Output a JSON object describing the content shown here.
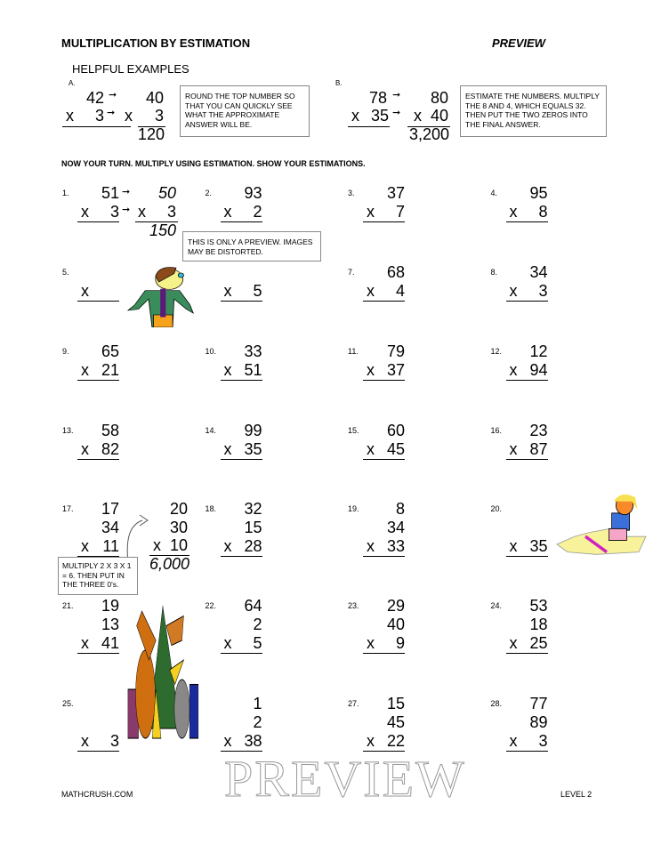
{
  "header": {
    "title": "MULTIPLICATION BY ESTIMATION",
    "preview": "PREVIEW"
  },
  "examples": {
    "heading": "HELPFUL EXAMPLES",
    "a": {
      "label": "A.",
      "top": "42",
      "bottom": "3",
      "est_top": "40",
      "est_bottom": "3",
      "answer": "120",
      "note": "ROUND THE TOP NUMBER SO THAT YOU CAN QUICKLY SEE WHAT THE APPROXIMATE ANSWER WILL BE."
    },
    "b": {
      "label": "B.",
      "top": "78",
      "bottom": "35",
      "est_top": "80",
      "est_bottom": "40",
      "answer": "3,200",
      "note": "ESTIMATE THE NUMBERS. MULTIPLY THE 8 AND 4, WHICH EQUALS 32. THEN PUT THE TWO ZEROS INTO THE FINAL ANSWER."
    },
    "x": "x"
  },
  "instructions": "NOW YOUR TURN. MULTIPLY USING ESTIMATION. SHOW YOUR ESTIMATIONS.",
  "problems": [
    {
      "n": "1.",
      "lines": [
        "51"
      ],
      "mult": "3"
    },
    {
      "n": "2.",
      "lines": [
        "93"
      ],
      "mult": "2"
    },
    {
      "n": "3.",
      "lines": [
        "37"
      ],
      "mult": "7"
    },
    {
      "n": "4.",
      "lines": [
        "95"
      ],
      "mult": "8"
    },
    {
      "n": "5.",
      "lines": [
        ""
      ],
      "mult": ""
    },
    {
      "n": "",
      "lines": [
        ""
      ],
      "mult": "5"
    },
    {
      "n": "7.",
      "lines": [
        "68"
      ],
      "mult": "4"
    },
    {
      "n": "8.",
      "lines": [
        "34"
      ],
      "mult": "3"
    },
    {
      "n": "9.",
      "lines": [
        "65"
      ],
      "mult": "21"
    },
    {
      "n": "10.",
      "lines": [
        "33"
      ],
      "mult": "51"
    },
    {
      "n": "11.",
      "lines": [
        "79"
      ],
      "mult": "37"
    },
    {
      "n": "12.",
      "lines": [
        "12"
      ],
      "mult": "94"
    },
    {
      "n": "13.",
      "lines": [
        "58"
      ],
      "mult": "82"
    },
    {
      "n": "14.",
      "lines": [
        "99"
      ],
      "mult": "35"
    },
    {
      "n": "15.",
      "lines": [
        "60"
      ],
      "mult": "45"
    },
    {
      "n": "16.",
      "lines": [
        "23"
      ],
      "mult": "87"
    },
    {
      "n": "17.",
      "lines": [
        "17",
        "34"
      ],
      "mult": "11"
    },
    {
      "n": "18.",
      "lines": [
        "32",
        "15"
      ],
      "mult": "28"
    },
    {
      "n": "19.",
      "lines": [
        "8",
        "34"
      ],
      "mult": "33"
    },
    {
      "n": "20.",
      "lines": [
        "",
        ""
      ],
      "mult": "35"
    },
    {
      "n": "21.",
      "lines": [
        "19",
        "13"
      ],
      "mult": "41"
    },
    {
      "n": "22.",
      "lines": [
        "64",
        "2"
      ],
      "mult": "5"
    },
    {
      "n": "23.",
      "lines": [
        "29",
        "40"
      ],
      "mult": "9"
    },
    {
      "n": "24.",
      "lines": [
        "53",
        "18"
      ],
      "mult": "25"
    },
    {
      "n": "25.",
      "lines": [
        "",
        ""
      ],
      "mult": "3"
    },
    {
      "n": "",
      "lines": [
        "1",
        "2"
      ],
      "mult": "38"
    },
    {
      "n": "27.",
      "lines": [
        "15",
        "45"
      ],
      "mult": "22"
    },
    {
      "n": "28.",
      "lines": [
        "77",
        "89"
      ],
      "mult": "3"
    }
  ],
  "worked": {
    "p1": {
      "est_top": "50",
      "est_bottom": "3",
      "answer": "150"
    },
    "p17": {
      "est": [
        "20",
        "30"
      ],
      "est_mult": "10",
      "answer": "6,000",
      "note": "MULTIPLY 2 X 3 X 1 = 6. THEN PUT IN THE THREE 0's."
    }
  },
  "bubble": "THIS IS ONLY A PREVIEW. IMAGES MAY BE DISTORTED.",
  "watermark": "PREVIEW",
  "footer": {
    "site": "MATHCRUSH.COM",
    "level": "LEVEL 2"
  }
}
